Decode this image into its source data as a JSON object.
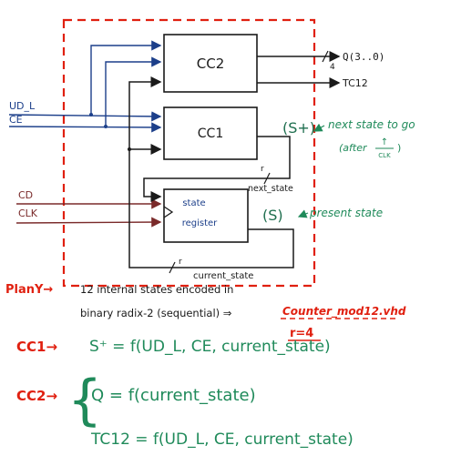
{
  "blocks": {
    "cc2": "CC2",
    "cc1": "CC1",
    "state_register_line1": "state",
    "state_register_line2": "register"
  },
  "inputs": {
    "ud_l": "UD_L",
    "ce": "CE",
    "cd": "CD",
    "clk": "CLK"
  },
  "outputs": {
    "q": "Q(3..0)",
    "q_width": "4",
    "tc12": "TC12"
  },
  "buses": {
    "next_state": "next_state",
    "next_state_width": "r",
    "current_state": "current_state",
    "current_state_width": "r"
  },
  "annotations": {
    "s_plus": "(S+)",
    "next_state_note_line1": "next state to go",
    "next_state_note_line2_pre": "(after",
    "next_state_note_fraction_top": "↑",
    "next_state_note_fraction_bottom": "CLK",
    "next_state_note_line2_post": ")",
    "s_present": "(S)",
    "present_state_note": "present state",
    "file_name": "Counter_mod12.vhd"
  },
  "plan": {
    "label": "PlanY→",
    "line1": "12 internal states encoded in",
    "line2": "binary radix-2 (sequential) ⇒",
    "r_result": "r=4"
  },
  "equations": {
    "cc1_label": "CC1→",
    "cc1_eq": "S⁺ = f(UD_L, CE, current_state)",
    "cc2_label": "CC2→",
    "cc2_brace": "{",
    "cc2_eq1": "Q = f(current_state)",
    "cc2_eq2": "TC12 = f(UD_L, CE, current_state)"
  },
  "colors": {
    "ink_black": "#1a1a1a",
    "boundary_red": "#e02010",
    "label_red": "#e02010",
    "note_green": "#1f8a5a",
    "wire_blue": "#1c3f8a",
    "wire_maroon": "#7a2a2a",
    "annotation_dark_green": "#1e6e4e"
  }
}
